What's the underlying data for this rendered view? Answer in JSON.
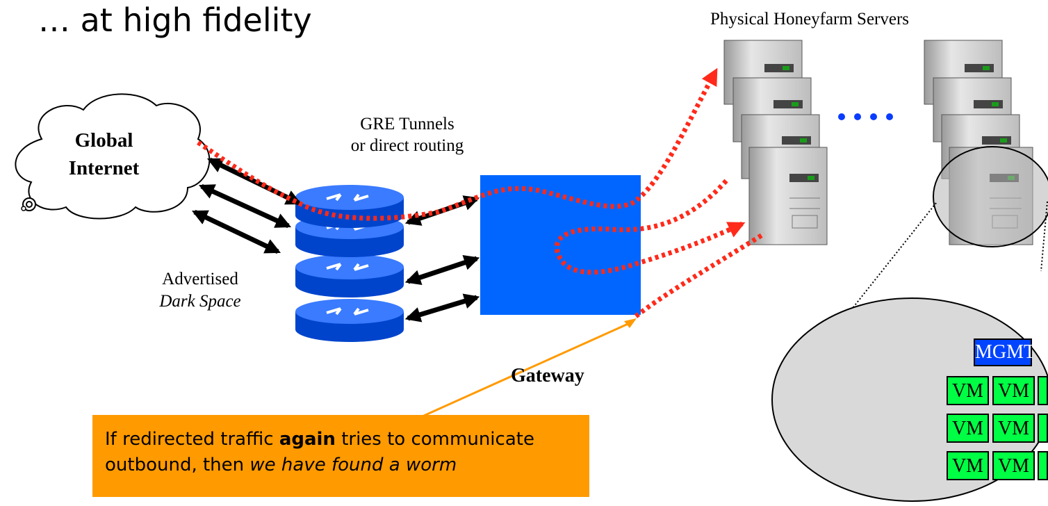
{
  "slide": {
    "title": "… at high fidelity",
    "physical_servers_label": "Physical Honeyfarm Servers",
    "gre_line1": "GRE Tunnels",
    "gre_line2": "or direct routing",
    "cloud_line1": "Global",
    "cloud_line2": "Internet",
    "advertised": "Advertised",
    "dark_space": "Dark Space",
    "gateway": "Gateway",
    "mgmt": "MGMT",
    "vm_label": "VM",
    "callout": {
      "part1": "If redirected traffic ",
      "bold": "again",
      "part2": " tries to communicate outbound, then ",
      "italic": "we have found a worm"
    }
  },
  "colors": {
    "gateway_blue": "#0066ff",
    "traffic_red": "#ff2a1a",
    "callout_orange": "#ff9a00",
    "mgmt_blue": "#0044ff",
    "vm_green": "#00ff44",
    "zoom_gray": "#d9d9d9"
  }
}
